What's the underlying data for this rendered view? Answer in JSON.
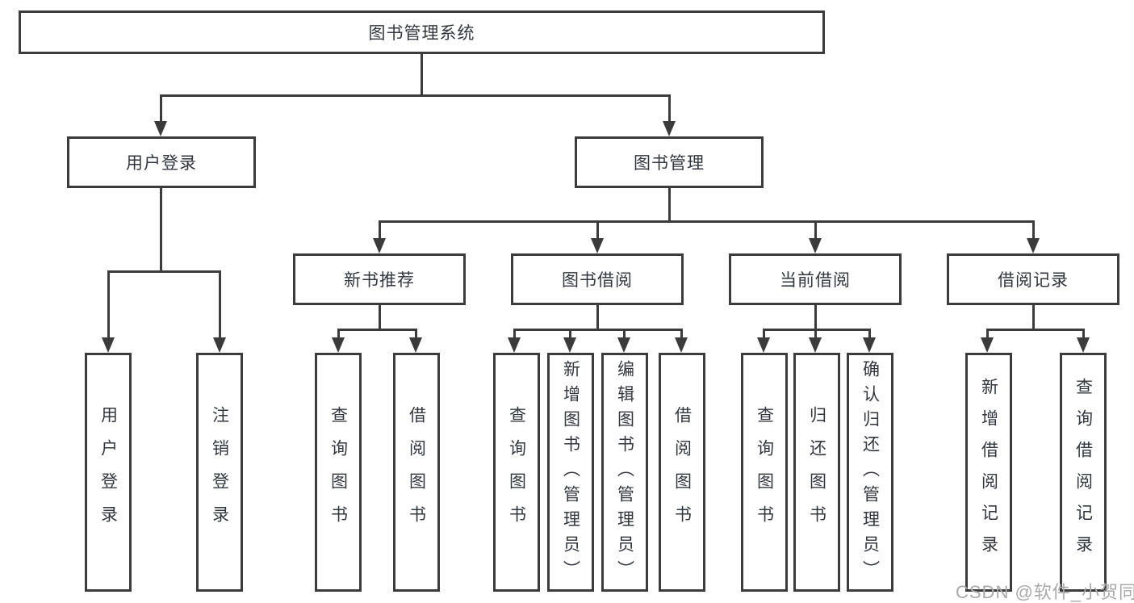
{
  "diagram": {
    "root": "图书管理系统",
    "level2": {
      "user_login": "用户登录",
      "book_mgmt": "图书管理"
    },
    "level3": {
      "new_book": "新书推荐",
      "book_borrow": "图书借阅",
      "current_borrow": "当前借阅",
      "borrow_record": "借阅记录"
    },
    "leaves": {
      "user_login": [
        "用户登录",
        "注销登录"
      ],
      "new_book": [
        "查询图书",
        "借阅图书"
      ],
      "book_borrow": [
        "查询图书",
        "新增图书（管理员）",
        "编辑图书（管理员）",
        "借阅图书"
      ],
      "current_borrow": [
        "查询图书",
        "归还图书",
        "确认归还（管理员）"
      ],
      "borrow_record": [
        "新增借阅记录",
        "查询借阅记录"
      ]
    }
  },
  "watermark": {
    "text": "CSDN @软件_小贺同学"
  },
  "colors": {
    "line": "#3b3b3b",
    "text": "#33373d",
    "background": "#ffffff",
    "watermark": "#a9a9a9"
  }
}
